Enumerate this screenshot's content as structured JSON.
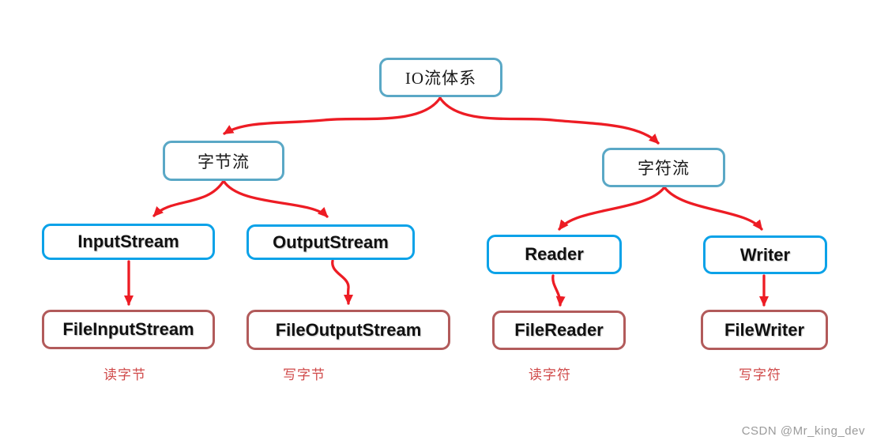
{
  "diagram": {
    "title_node": "IO流体系",
    "nodes": {
      "root": "IO流体系",
      "byte_stream": "字节流",
      "char_stream": "字符流",
      "input_stream": "InputStream",
      "output_stream": "OutputStream",
      "reader": "Reader",
      "writer": "Writer",
      "file_input_stream": "FileInputStream",
      "file_output_stream": "FileOutputStream",
      "file_reader": "FileReader",
      "file_writer": "FileWriter"
    },
    "captions": {
      "read_byte": "读字节",
      "write_byte": "写字节",
      "read_char": "读字符",
      "write_char": "写字符"
    },
    "edges": [
      "IO流体系→字节流",
      "IO流体系→字符流",
      "字节流→InputStream",
      "字节流→OutputStream",
      "字符流→Reader",
      "字符流→Writer",
      "InputStream→FileInputStream",
      "OutputStream→FileOutputStream",
      "Reader→FileReader",
      "Writer→FileWriter"
    ],
    "colors": {
      "level12_border": "#5aa8c6",
      "level3_border": "#0ba2e8",
      "level4_border": "#b25b5b",
      "arrow": "#ed1c24",
      "caption_text": "#d04a4a",
      "watermark_text": "#9b9b9b"
    }
  },
  "watermark": "CSDN @Mr_king_dev"
}
